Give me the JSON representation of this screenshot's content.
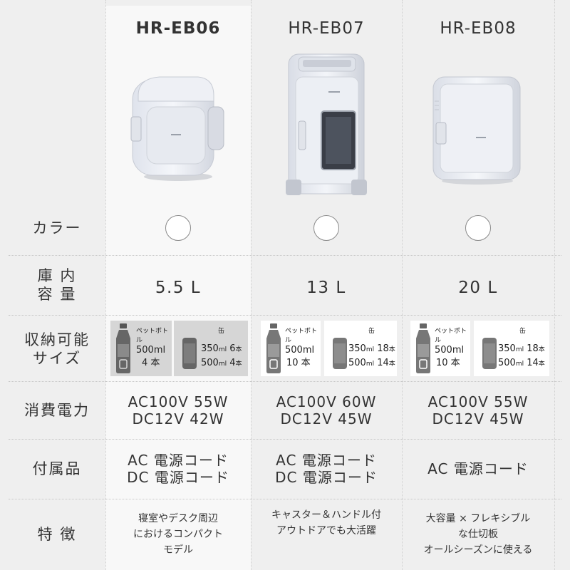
{
  "models": [
    {
      "name": "HR-EB06",
      "highlight": true
    },
    {
      "name": "HR-EB07",
      "highlight": false
    },
    {
      "name": "HR-EB08",
      "highlight": false
    }
  ],
  "row_labels": {
    "color": "カラー",
    "capacity_line1": "庫 内",
    "capacity_line2": "容 量",
    "storage_line1": "収納可能",
    "storage_line2": "サイズ",
    "power": "消費電力",
    "accessories": "付属品",
    "features": "特 徴"
  },
  "capacity": [
    "5.5 L",
    "13 L",
    "20 L"
  ],
  "storage": {
    "pet_label": "ペットボトル",
    "can_label": "缶",
    "pet_size": "500ml",
    "can_350": "350",
    "can_500": "500",
    "ml": "ml",
    "hon": "本",
    "items": [
      {
        "pet_count": "4 本",
        "can350_count": "6",
        "can500_count": "4"
      },
      {
        "pet_count": "10 本",
        "can350_count": "18",
        "can500_count": "14"
      },
      {
        "pet_count": "10 本",
        "can350_count": "18",
        "can500_count": "14"
      }
    ]
  },
  "power": [
    [
      "AC100V 55W",
      "DC12V 42W"
    ],
    [
      "AC100V 60W",
      "DC12V 45W"
    ],
    [
      "AC100V 55W",
      "DC12V 45W"
    ]
  ],
  "accessories": [
    [
      "AC 電源コード",
      "DC 電源コード"
    ],
    [
      "AC 電源コード",
      "DC 電源コード"
    ],
    [
      "AC 電源コード"
    ]
  ],
  "features": [
    [
      "寝室やデスク周辺",
      "におけるコンパクト",
      "モデル"
    ],
    [
      "キャスター＆ハンドル付",
      "アウトドアでも大活躍"
    ],
    [
      "大容量 × フレキシブル",
      "な仕切板",
      "オールシーズンに使える"
    ]
  ],
  "colors": {
    "background": "#efefef",
    "highlight_column": "#f8f8f8",
    "swatch": "#ffffff"
  }
}
